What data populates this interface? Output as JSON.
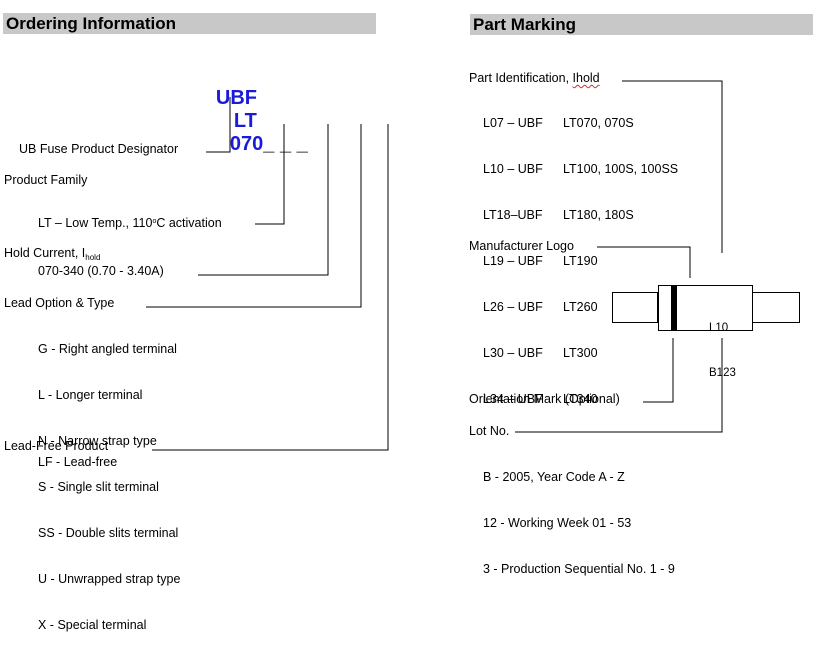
{
  "ordering": {
    "title": "Ordering Information",
    "code": {
      "prefix": "UBF",
      "family": "LT",
      "current": "070",
      "suffix": "_ _ _"
    },
    "designator_label": "UB Fuse Product Designator",
    "product_family": {
      "heading": "Product Family",
      "item": "LT – Low Temp., 110",
      "degree": "o",
      "item_tail": "C activation"
    },
    "hold_current": {
      "heading": "Hold Current, I",
      "subscript": "hold",
      "range": "070-340 (0.70 - 3.40A)"
    },
    "lead_option": {
      "heading": "Lead Option & Type",
      "items": [
        "G - Right angled terminal",
        "L - Longer terminal",
        "N - Narrow strap type",
        "S - Single slit terminal",
        "SS - Double slits terminal",
        "U - Unwrapped strap type",
        "X - Special terminal"
      ]
    },
    "lead_free": {
      "heading": "Lead-Free Product",
      "item": "LF - Lead-free"
    }
  },
  "marking": {
    "title": "Part Marking",
    "part_id_prefix": "Part Identification, ",
    "part_id_word": "Ihold",
    "part_ids": [
      {
        "mark": "L07 – UBF",
        "parts": "LT070, 070S"
      },
      {
        "mark": "L10 – UBF",
        "parts": "LT100, 100S, 100SS"
      },
      {
        "mark": "LT18–UBF",
        "parts": "LT180, 180S"
      },
      {
        "mark": "L19 – UBF",
        "parts": "LT190"
      },
      {
        "mark": "L26 – UBF",
        "parts": "LT260"
      },
      {
        "mark": "L30 – UBF",
        "parts": "LT300"
      },
      {
        "mark": "L34 – UBF",
        "parts": "LT340"
      }
    ],
    "manufacturer_logo": "Manufacturer Logo",
    "device_line1": "L10",
    "device_line2": "B123",
    "orientation_mark": "Orientation Mark (Optional)",
    "lot_no": {
      "heading": "Lot No.",
      "items": [
        "B - 2005, Year Code A - Z",
        "12 - Working Week 01 - 53",
        "3 - Production Sequential No. 1 - 9"
      ]
    }
  }
}
